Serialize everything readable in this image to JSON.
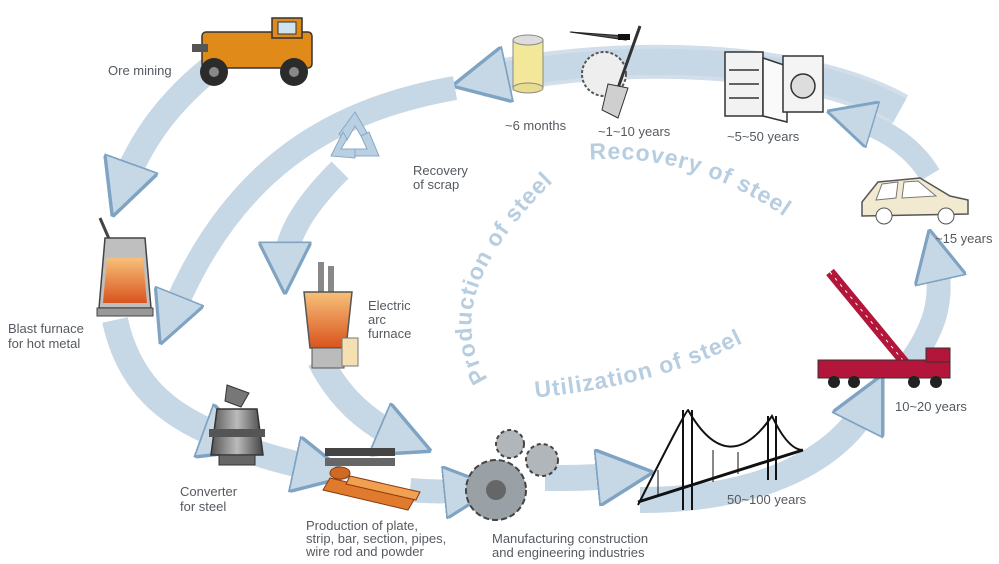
{
  "colors": {
    "arrow_fill": "#c6d7e6",
    "arrow_edge": "#7fa3c2",
    "label": "#555a60",
    "cycle_title": "#b7cde0",
    "recycle": "#b9cfe2",
    "molten": "#e8892a",
    "crane": "#b3163a",
    "car": "#f2ead0"
  },
  "cycle_titles": {
    "recovery": "Recovery of steel",
    "production": "Production of steel",
    "utilization": "Utilization of steel"
  },
  "stages": {
    "ore_mining": "Ore mining",
    "blast_furnace": [
      "Blast furnace",
      "for hot metal"
    ],
    "converter": [
      "Converter",
      "for steel"
    ],
    "production_products": [
      "Production of plate,",
      "strip, bar, section, pipes,",
      "wire rod and powder"
    ],
    "manufacturing": [
      "Manufacturing construction",
      "and engineering industries"
    ],
    "electric_arc_furnace": [
      "Electric",
      "arc",
      "furnace"
    ],
    "recovery_of_scrap": [
      "Recovery",
      "of scrap"
    ]
  },
  "lifetimes": {
    "cans": "~6 months",
    "tools": "~1~10 years",
    "appliances": "~5~50 years",
    "cars": "~15 years",
    "cranes": "10~20 years",
    "bridges": "50~100 years"
  },
  "icons": {
    "mining": "mining-truck-icon",
    "blast_furnace": "blast-furnace-icon",
    "converter": "converter-icon",
    "products": "steel-products-icon",
    "gears": "gears-icon",
    "bridge": "suspension-bridge-icon",
    "crane": "crane-truck-icon",
    "car": "car-body-icon",
    "appliances": "appliances-icon",
    "tools": "tools-icon",
    "can": "can-icon",
    "recycle": "recycle-icon",
    "eaf": "electric-arc-furnace-icon"
  }
}
